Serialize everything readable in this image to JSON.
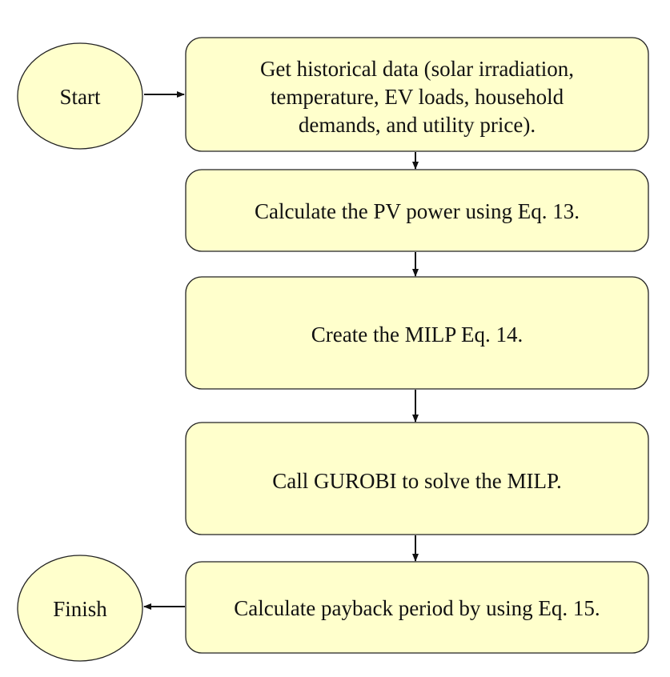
{
  "nodes": {
    "start": {
      "label": "Start"
    },
    "finish": {
      "label": "Finish"
    },
    "step_1": {
      "lines": [
        "Get historical data (solar irradiation,",
        "temperature, EV loads, household",
        "demands, and utility price)."
      ]
    },
    "step_2": {
      "label": "Calculate the PV power using Eq. 13."
    },
    "step_3": {
      "label": "Create the MILP Eq. 14."
    },
    "step_4": {
      "label": "Call GUROBI to solve the MILP."
    },
    "step_5": {
      "label": "Calculate payback period by using Eq. 15."
    }
  },
  "colors": {
    "node_fill": "#ffffcc",
    "node_stroke": "#222222",
    "arrow": "#111111"
  }
}
